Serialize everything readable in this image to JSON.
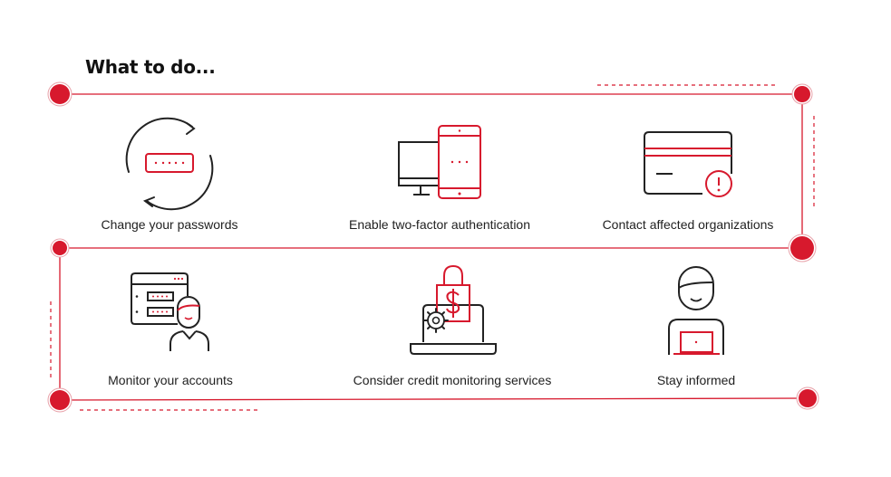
{
  "title": "What to do...",
  "colors": {
    "accent": "#d7192d",
    "line": "#222222"
  },
  "items": [
    {
      "label": "Change your passwords",
      "icon": "refresh-password-icon"
    },
    {
      "label": "Enable two-factor authentication",
      "icon": "desktop-phone-icon"
    },
    {
      "label": "Contact affected organizations",
      "icon": "credit-card-alert-icon"
    },
    {
      "label": "Monitor your accounts",
      "icon": "user-accounts-window-icon"
    },
    {
      "label": "Consider credit monitoring services",
      "icon": "laptop-lock-dollar-icon"
    },
    {
      "label": "Stay informed",
      "icon": "person-laptop-icon"
    }
  ]
}
